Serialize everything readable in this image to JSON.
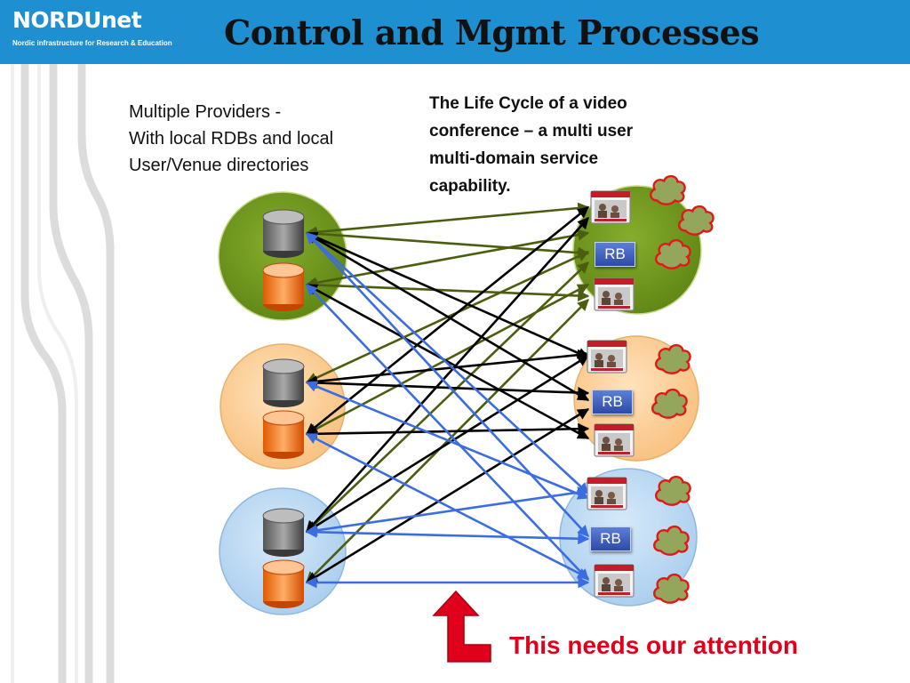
{
  "header": {
    "brand_name": "NORDUnet",
    "brand_tagline": "Nordic infrastructure for Research & Education",
    "title": "Control and Mgmt Processes",
    "background_color": "#1e8fd0"
  },
  "description_lines": [
    "Multiple Providers -",
    "With local RDBs and local",
    "User/Venue directories"
  ],
  "lifecycle_lines": [
    "The Life Cycle of a video",
    "conference – a multi user",
    "multi-domain service",
    "capability."
  ],
  "attention_text": "This needs our attention",
  "rb_label": "RB",
  "colors": {
    "green_domain": "#6e961d",
    "orange_domain": "#fbc98c",
    "blue_domain": "#b8d8f2",
    "arrow_green": "#4b5e0f",
    "arrow_black": "#000000",
    "arrow_blue": "#3b6de0",
    "alert_red": "#e0001b"
  },
  "icons": [
    "database-icon",
    "video-terminal-icon",
    "user-cloud-icon",
    "up-arrow-icon"
  ]
}
